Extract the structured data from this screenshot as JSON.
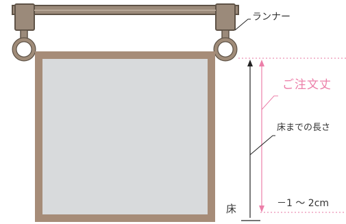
{
  "labels": {
    "runner": "ランナー",
    "order_size": "ご注文丈",
    "floor_length": "床までの長さ",
    "offset": "－1 ～ 2cm",
    "floor": "床"
  },
  "colors": {
    "rail_frame": "#9b8a7a",
    "rail_outline": "#5e5246",
    "curtain_frame": "#a68c78",
    "curtain_fill": "#d8dadc",
    "order_size_accent": "#ec7fa9",
    "guide_line": "#222222",
    "dotted_line": "#ea8fb2",
    "text": "#333333"
  },
  "icons": {
    "ring_hook": "ring-hook-icon"
  }
}
